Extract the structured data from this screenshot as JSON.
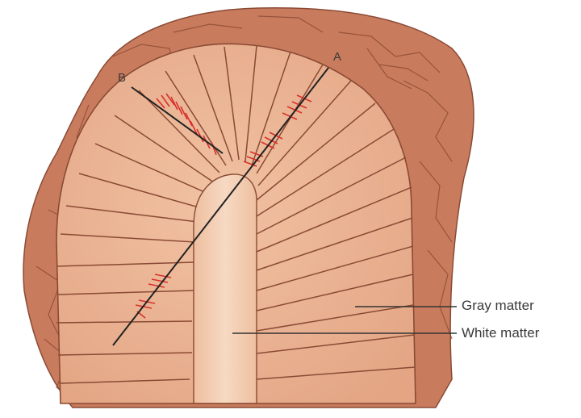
{
  "labels": {
    "gray_matter": "Gray matter",
    "white_matter": "White matter",
    "point_a": "A",
    "point_b": "B"
  },
  "colors": {
    "gray_matter_fill": "#eab596",
    "white_matter_fill": "#f3cfb6",
    "outer_tissue": "#c97c5d",
    "outline": "#8a4a35",
    "cut_marks": "#d8312b",
    "line": "#222222"
  }
}
